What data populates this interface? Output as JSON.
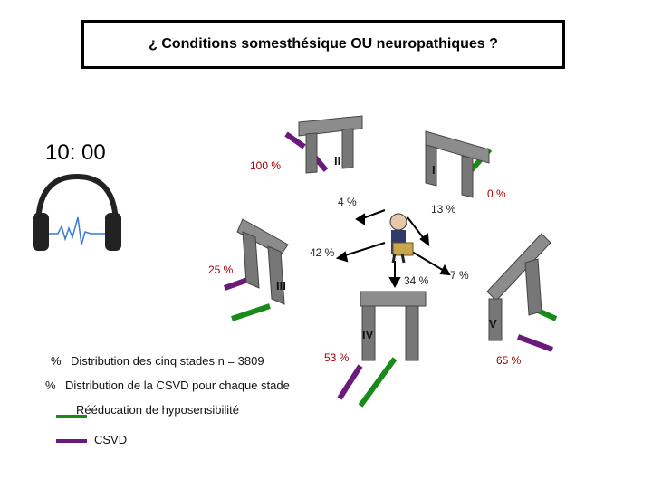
{
  "title": "¿ Conditions somesthésique OU neuropathiques ?",
  "clock": "10: 00",
  "stages": [
    {
      "id": "I",
      "csvd_pct": "0 %",
      "dist_pct": "13 %"
    },
    {
      "id": "II",
      "csvd_pct": "100 %",
      "dist_pct": "4 %"
    },
    {
      "id": "III",
      "csvd_pct": "25 %",
      "dist_pct": "42 %"
    },
    {
      "id": "IV",
      "csvd_pct": "53 %",
      "dist_pct": "34 %"
    },
    {
      "id": "V",
      "csvd_pct": "65 %",
      "dist_pct": "7 %"
    }
  ],
  "legend": {
    "dist_symbol": "%",
    "dist_text": "Distribution des cinq stades n = 3809",
    "csvd_symbol": "%",
    "csvd_text": "Distribution de la CSVD pour chaque stade",
    "green_label": "Rééducation de hyposensibilité",
    "purple_label": "CSVD"
  },
  "colors": {
    "green": "#1a8a1a",
    "purple": "#6a1a7a",
    "pillar": "#8c8c8c",
    "pillar_dark": "#555555"
  }
}
